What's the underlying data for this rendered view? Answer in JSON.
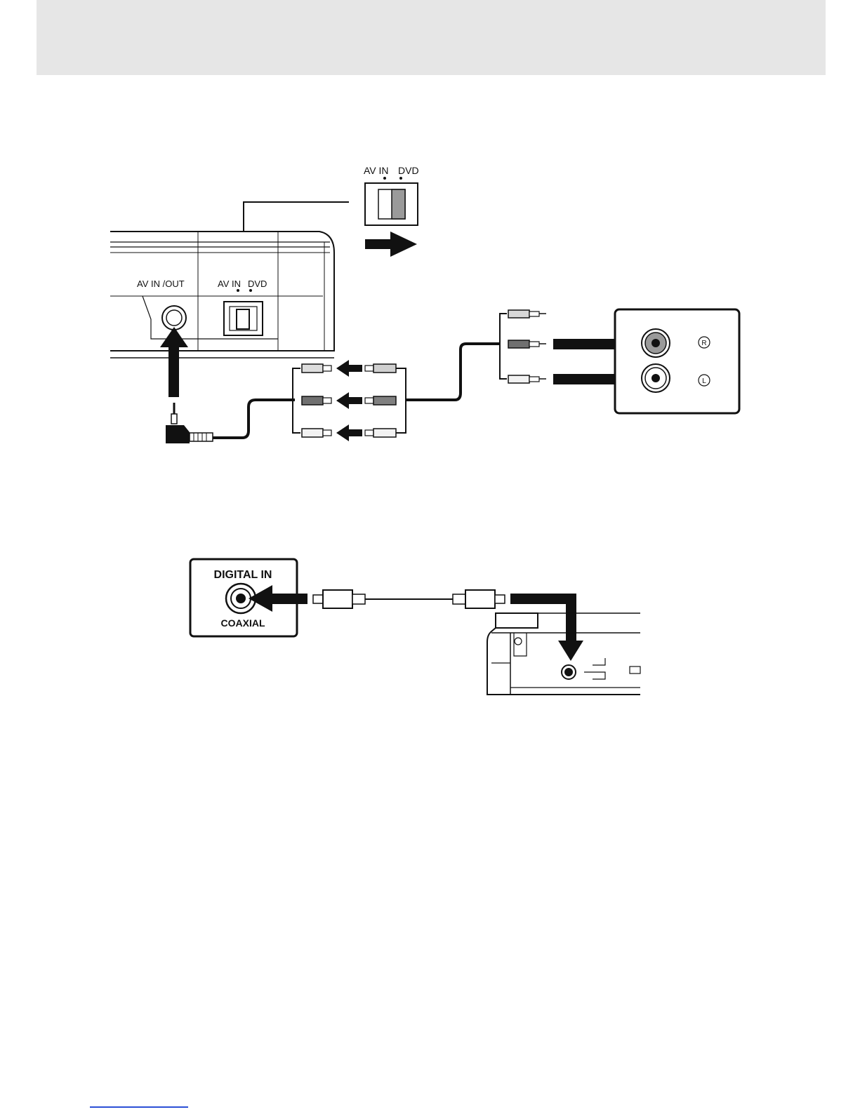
{
  "diagram1": {
    "switch_callout": {
      "left_label": "AV IN",
      "right_label": "DVD"
    },
    "player_labels": {
      "jack_label": "AV IN /OUT",
      "switch_left": "AV IN",
      "switch_right": "DVD"
    },
    "tv_panel": {
      "right_symbol": "R",
      "left_symbol": "L"
    }
  },
  "diagram2": {
    "amp_panel": {
      "top_label": "DIGITAL IN",
      "bottom_label": "COAXIAL"
    }
  },
  "colors": {
    "ink": "#111111",
    "header": "#e6e6e6",
    "plug_dark": "#707070",
    "plug_light": "#d0d0d0"
  }
}
